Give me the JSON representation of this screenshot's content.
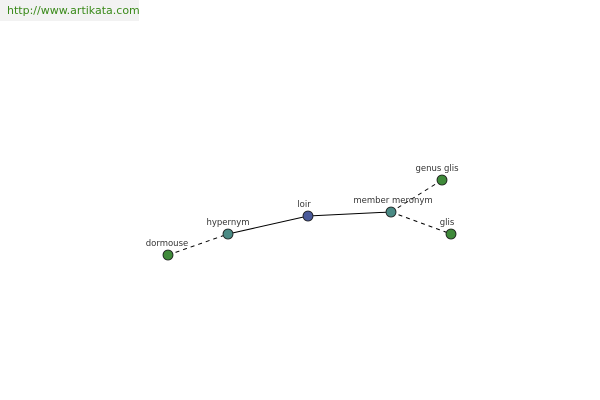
{
  "watermark": {
    "text": "http://www.artikata.com"
  },
  "graph": {
    "nodes": [
      {
        "id": "dormouse",
        "label": "dormouse",
        "kind": "leaf"
      },
      {
        "id": "hypernym",
        "label": "hypernym",
        "kind": "relation"
      },
      {
        "id": "loir",
        "label": "loir",
        "kind": "center"
      },
      {
        "id": "member_meronym",
        "label": "member meronym",
        "kind": "relation"
      },
      {
        "id": "genus_glis",
        "label": "genus glis",
        "kind": "leaf"
      },
      {
        "id": "glis",
        "label": "glis",
        "kind": "leaf"
      }
    ],
    "edges": [
      {
        "from": "dormouse",
        "to": "hypernym",
        "style": "dashed"
      },
      {
        "from": "hypernym",
        "to": "loir",
        "style": "solid"
      },
      {
        "from": "loir",
        "to": "member_meronym",
        "style": "solid"
      },
      {
        "from": "member_meronym",
        "to": "genus_glis",
        "style": "dashed"
      },
      {
        "from": "member_meronym",
        "to": "glis",
        "style": "dashed"
      }
    ],
    "colors": {
      "center": "#4a5a9a",
      "relation": "#4a8a84",
      "leaf": "#3f8a3a",
      "stroke": "#1a1a1a",
      "edge": "#000000"
    }
  }
}
